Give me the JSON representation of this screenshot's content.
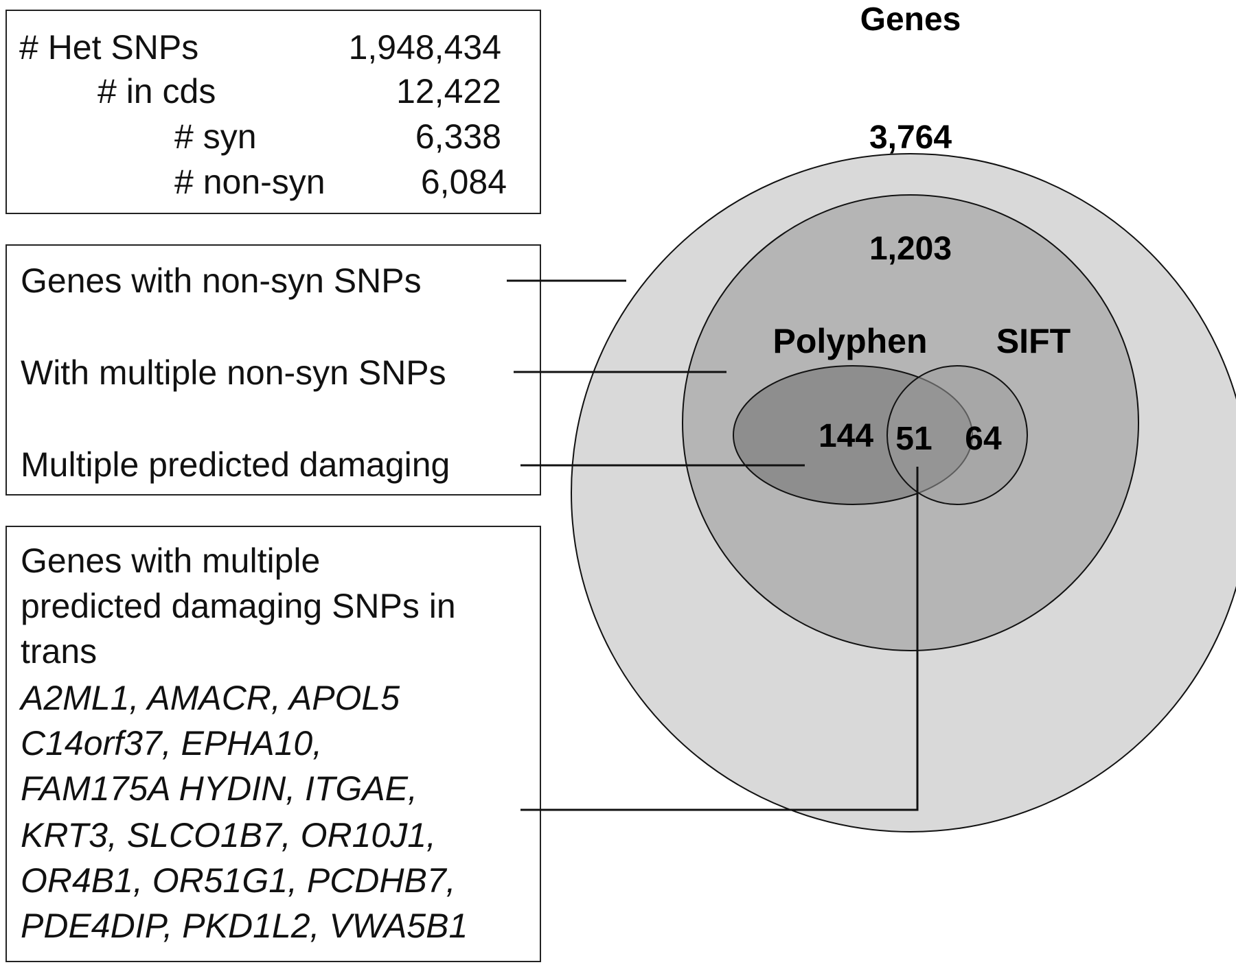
{
  "stats": {
    "rows": [
      {
        "label": "# Het SNPs",
        "value": "1,948,434"
      },
      {
        "label": "# in cds",
        "value": "12,422"
      },
      {
        "label": "# syn",
        "value": "6,338"
      },
      {
        "label": "# non-syn",
        "value": "6,084"
      }
    ]
  },
  "legend": {
    "items": [
      "Genes with non-syn SNPs",
      "With multiple non-syn SNPs",
      "Multiple predicted damaging"
    ]
  },
  "trans_box": {
    "heading_lines": [
      "Genes with multiple",
      "predicted damaging SNPs in",
      "trans"
    ],
    "gene_lines": [
      "A2ML1, AMACR, APOL5",
      "C14orf37, EPHA10,",
      "FAM175A HYDIN, ITGAE,",
      "KRT3, SLCO1B7, OR10J1,",
      "OR4B1, OR51G1, PCDHB7,",
      "PDE4DIP, PKD1L2, VWA5B1"
    ]
  },
  "venn": {
    "title": "Genes",
    "outer_count": "3,764",
    "middle_count": "1,203",
    "polyphen_label": "Polyphen",
    "sift_label": "SIFT",
    "polyphen_only": "144",
    "overlap": "51",
    "sift_only": "64",
    "colors": {
      "outer_fill": "#d9d9d9",
      "middle_fill": "#b5b5b5",
      "polyphen_fill": "#8e8e8e",
      "sift_fill": "#9b9b9b",
      "stroke": "#111111"
    }
  }
}
